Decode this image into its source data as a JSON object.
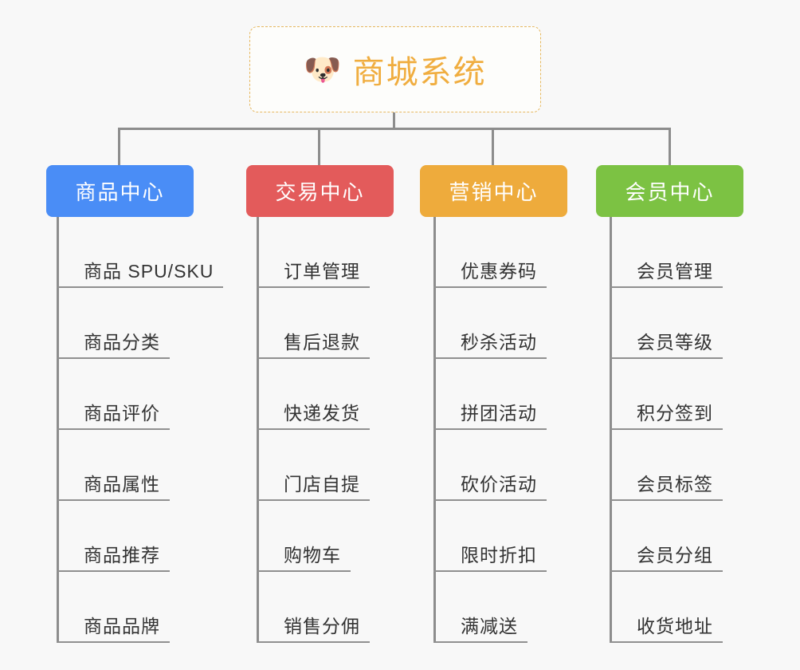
{
  "canvas": {
    "background": "#f8f8f8",
    "line_color": "#8d8d8d"
  },
  "root": {
    "icon": "dog-face-emoji",
    "icon_glyph": "🐶",
    "title": "商城系统",
    "text_color": "#f0ad3f",
    "border_color": "#e6b860",
    "border_style": "dashed",
    "fill": "#fdfdfb"
  },
  "branches": [
    {
      "label": "商品中心",
      "color": "#4a8df6",
      "text_color": "#ffffff",
      "items": [
        "商品 SPU/SKU",
        "商品分类",
        "商品评价",
        "商品属性",
        "商品推荐",
        "商品品牌"
      ]
    },
    {
      "label": "交易中心",
      "color": "#e35b5b",
      "text_color": "#ffffff",
      "items": [
        "订单管理",
        "售后退款",
        "快递发货",
        "门店自提",
        "购物车",
        "销售分佣"
      ]
    },
    {
      "label": "营销中心",
      "color": "#eeab3c",
      "text_color": "#ffffff",
      "items": [
        "优惠券码",
        "秒杀活动",
        "拼团活动",
        "砍价活动",
        "限时折扣",
        "满减送"
      ]
    },
    {
      "label": "会员中心",
      "color": "#7cc243",
      "text_color": "#ffffff",
      "items": [
        "会员管理",
        "会员等级",
        "积分签到",
        "会员标签",
        "会员分组",
        "收货地址"
      ]
    }
  ]
}
